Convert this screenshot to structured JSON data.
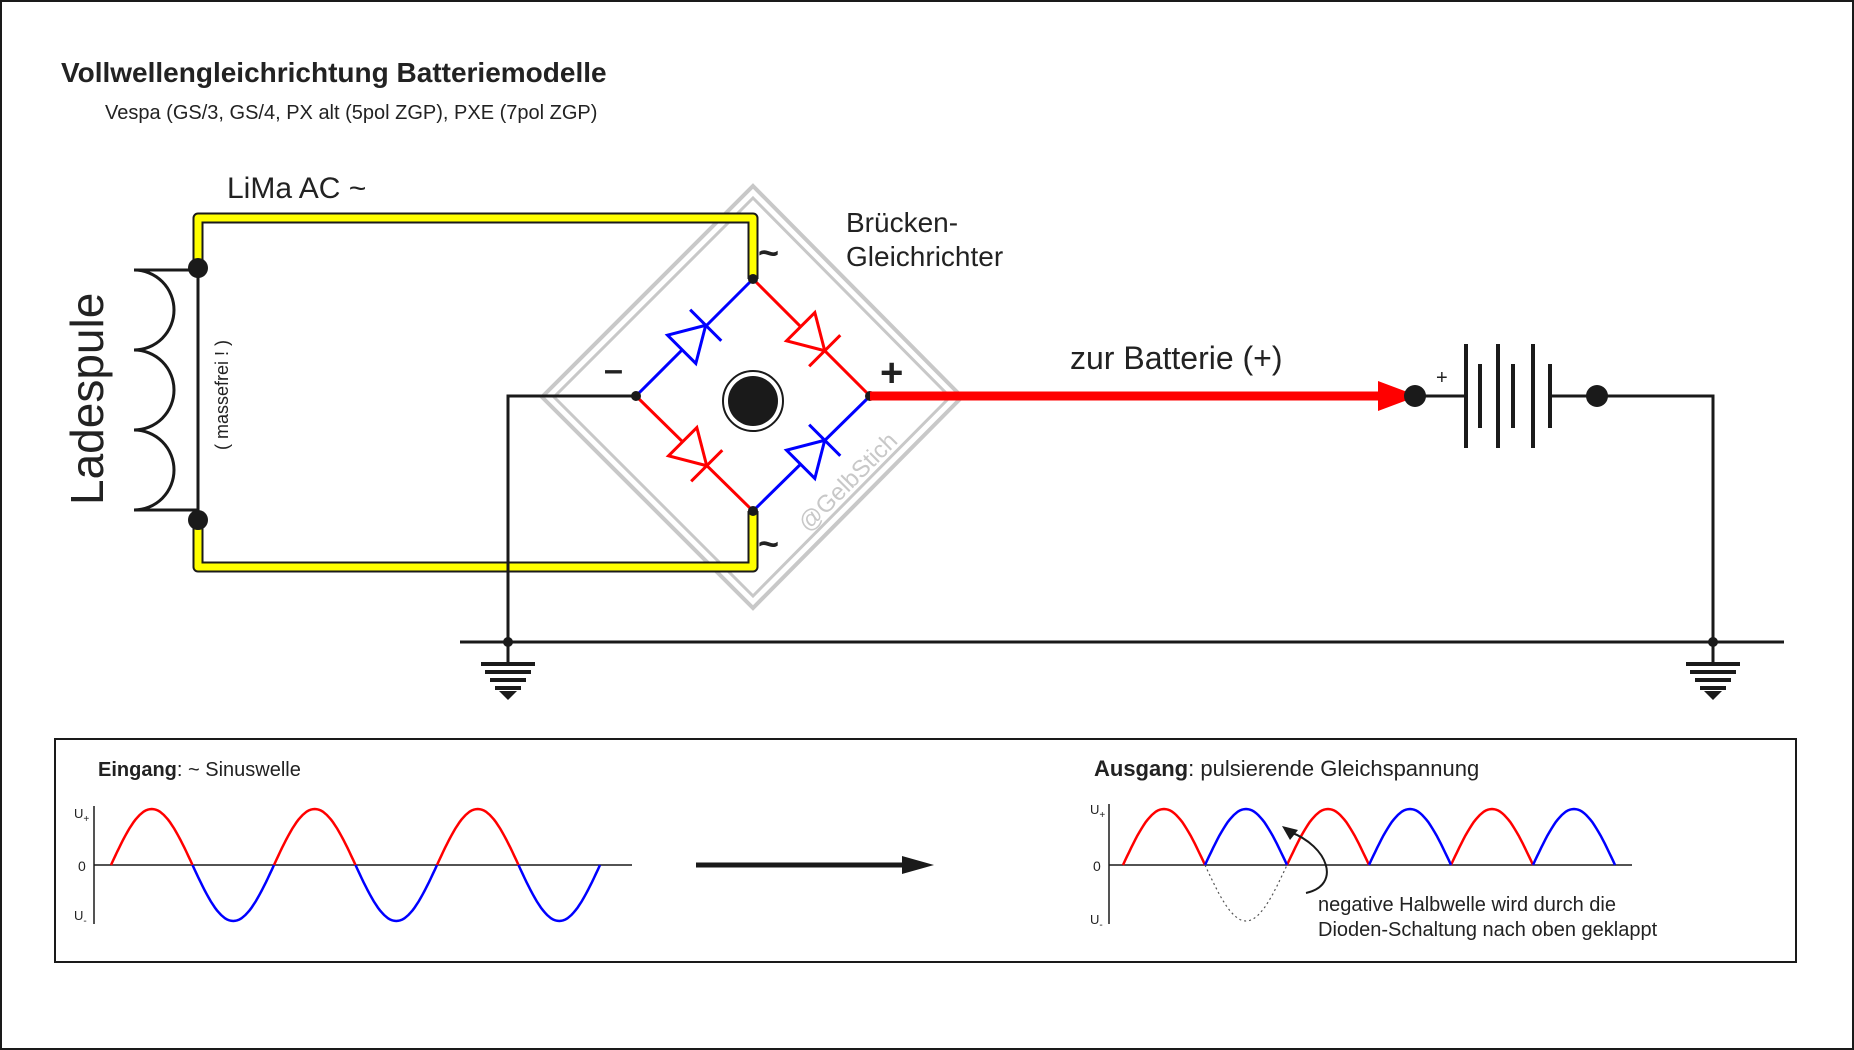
{
  "title": "Vollwellengleichrichtung Batteriemodelle",
  "subtitle": "Vespa  (GS/3, GS/4, PX alt (5pol ZGP), PXE (7pol ZGP)",
  "labels": {
    "lima_ac": "LiMa AC ~",
    "ladespule": "Ladespule",
    "massefrei": "( massefrei ! )",
    "bruecken_line1": "Brücken-",
    "bruecken_line2": "Gleichrichter",
    "ac_symbol": "~",
    "minus": "–",
    "plus": "+",
    "zur_batterie": "zur Batterie (+)",
    "battery_plus": "+",
    "watermark": "@GelbStich"
  },
  "waveforms": {
    "input_bold": "Eingang",
    "input_rest": ": ~ Sinuswelle",
    "output_bold": "Ausgang",
    "output_rest": ": pulsierende Gleichspannung",
    "u_plus": "U",
    "u_plus_sub": "+",
    "zero": "0",
    "u_minus": "U",
    "u_minus_sub": "-",
    "note_line1": "negative Halbwelle wird durch die",
    "note_line2": "Dioden-Schaltung nach oben geklappt"
  },
  "colors": {
    "wire": "#1a1a1a",
    "ac_wire": "#ffff00",
    "positive": "#ff0000",
    "diode_red": "#ff0000",
    "diode_blue": "#0000ff",
    "frame_gray": "#c8c8c8"
  }
}
